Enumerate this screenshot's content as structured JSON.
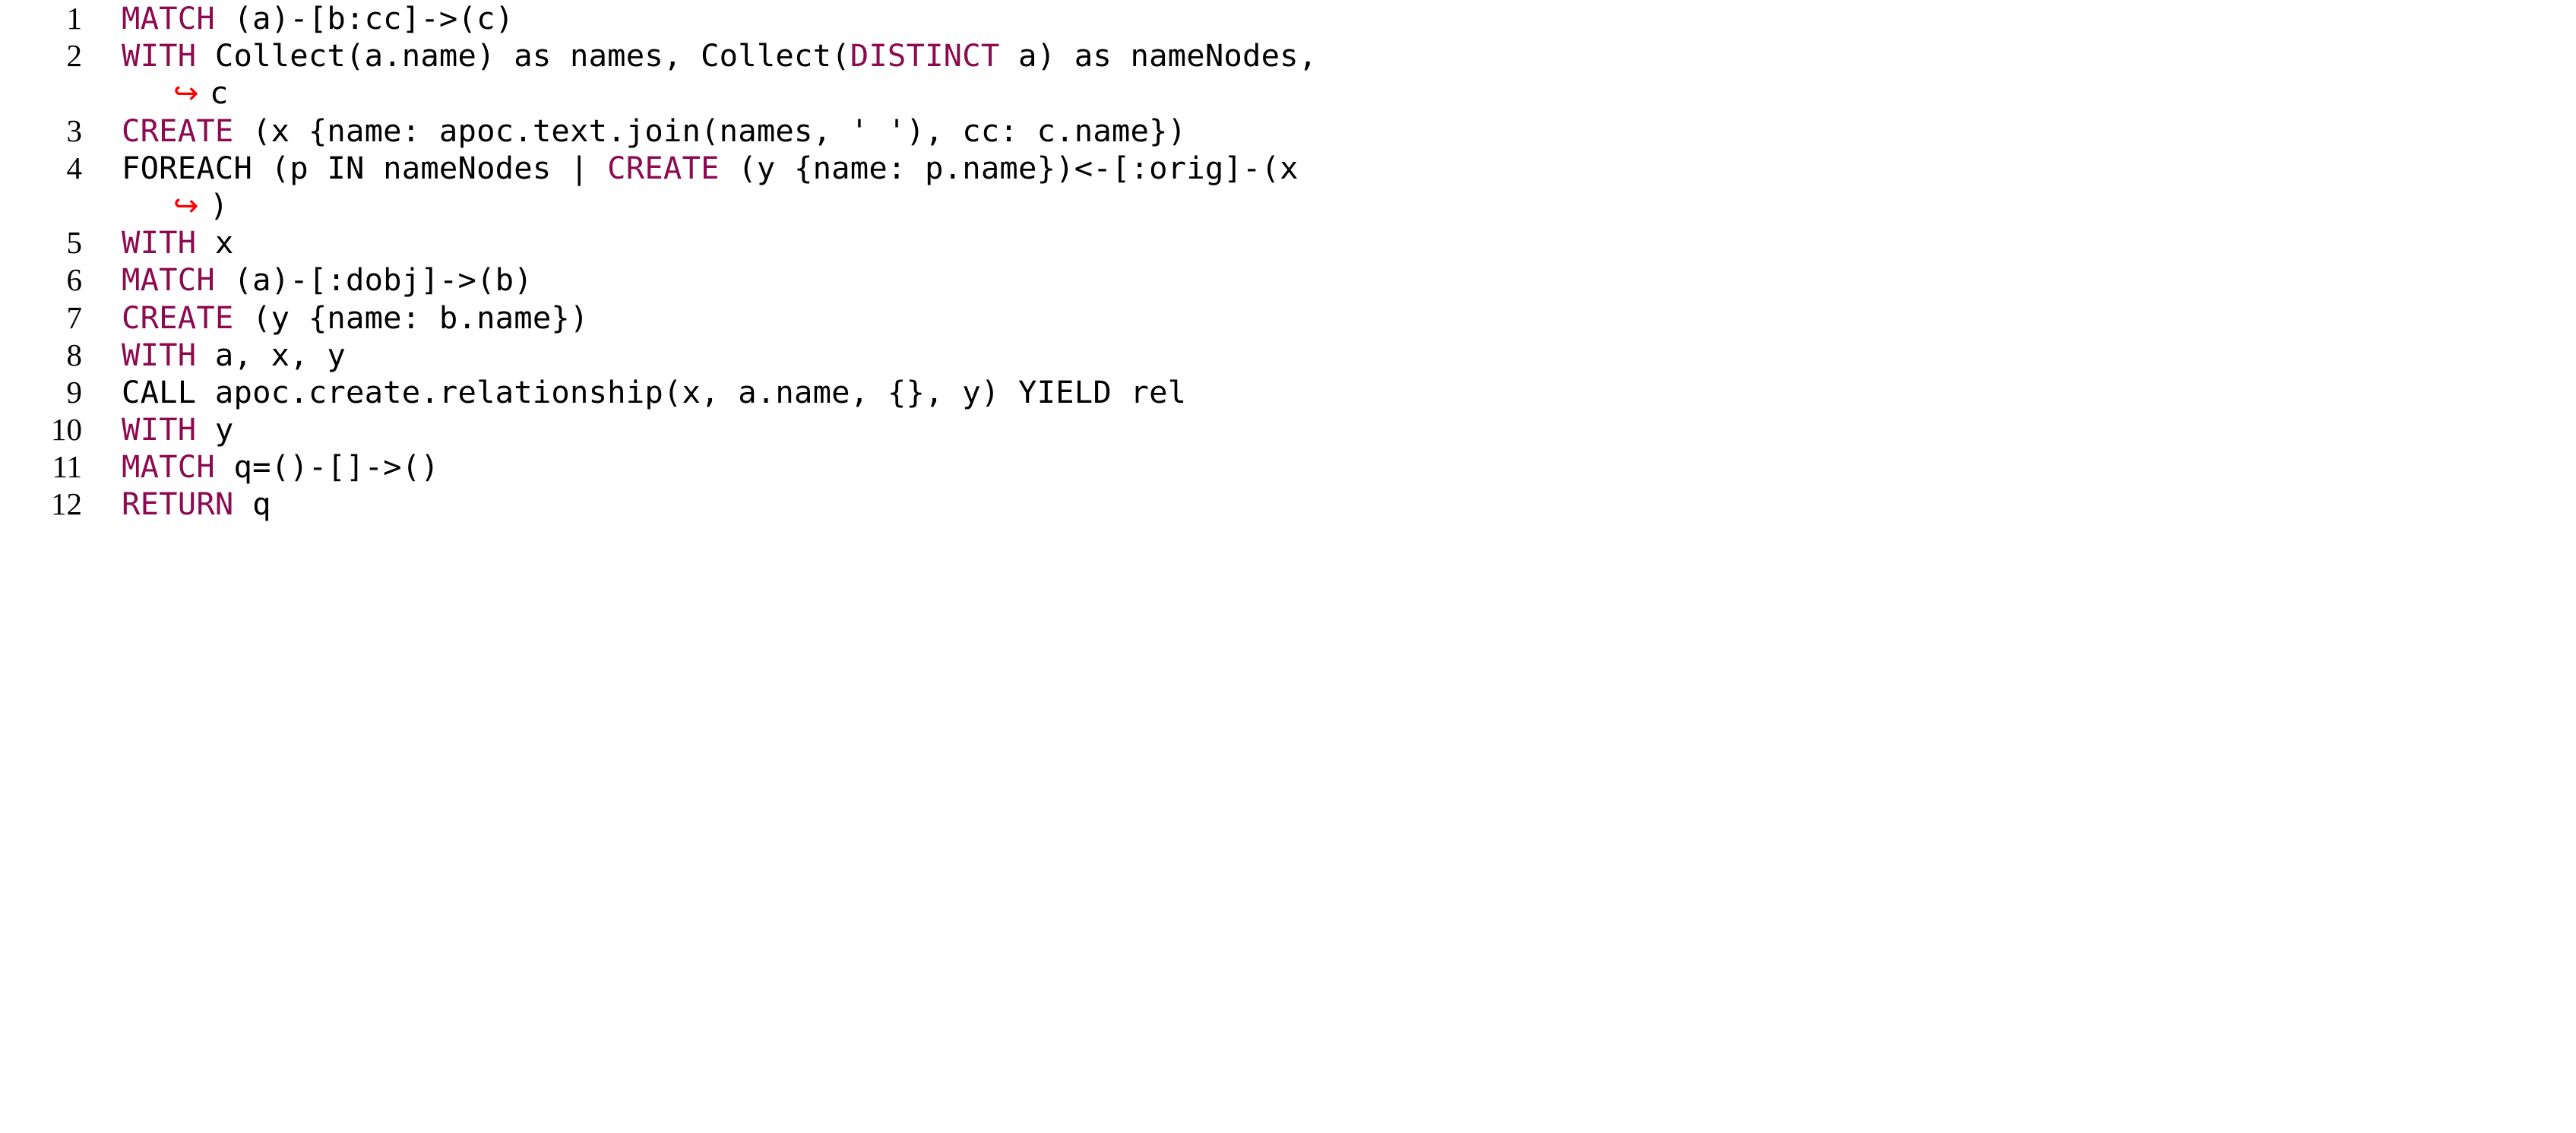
{
  "listing": {
    "language": "Cypher",
    "keyword_color": "#8B0A50",
    "text_color": "#000000",
    "continuation_color": "#FF0000",
    "background_color": "#FFFFFF",
    "continuation_glyph": "↪",
    "lines": [
      {
        "number": "1",
        "text": "MATCH (a)-[b:cc]->(c)",
        "segments": [
          {
            "t": "MATCH",
            "kw": true
          },
          {
            "t": " (a)-[b:cc]->(c)",
            "kw": false
          }
        ]
      },
      {
        "number": "2",
        "text": "WITH Collect(a.name) as names, Collect(DISTINCT a) as nameNodes,",
        "segments": [
          {
            "t": "WITH",
            "kw": true
          },
          {
            "t": " Collect(a.name) as names, Collect(",
            "kw": false
          },
          {
            "t": "DISTINCT",
            "kw": true
          },
          {
            "t": " a) as nameNodes,",
            "kw": false
          }
        ],
        "continuation": "c"
      },
      {
        "number": "3",
        "text": "CREATE (x {name: apoc.text.join(names, ' '), cc: c.name})",
        "segments": [
          {
            "t": "CREATE",
            "kw": true
          },
          {
            "t": " (x {name: apoc.text.join(names, ' '), cc: c.name})",
            "kw": false
          }
        ]
      },
      {
        "number": "4",
        "text": "FOREACH (p IN nameNodes | CREATE (y {name: p.name})<-[:orig]-(x)",
        "segments": [
          {
            "t": "FOREACH (p IN nameNodes | ",
            "kw": false
          },
          {
            "t": "CREATE",
            "kw": true
          },
          {
            "t": " (y {name: p.name})<-[:orig]-(x",
            "kw": false
          }
        ],
        "continuation": ")"
      },
      {
        "number": "5",
        "text": "WITH x",
        "segments": [
          {
            "t": "WITH",
            "kw": true
          },
          {
            "t": " x",
            "kw": false
          }
        ]
      },
      {
        "number": "6",
        "text": "MATCH (a)-[:dobj]->(b)",
        "segments": [
          {
            "t": "MATCH",
            "kw": true
          },
          {
            "t": " (a)-[:dobj]->(b)",
            "kw": false
          }
        ]
      },
      {
        "number": "7",
        "text": "CREATE (y {name: b.name})",
        "segments": [
          {
            "t": "CREATE",
            "kw": true
          },
          {
            "t": " (y {name: b.name})",
            "kw": false
          }
        ]
      },
      {
        "number": "8",
        "text": "WITH a, x, y",
        "segments": [
          {
            "t": "WITH",
            "kw": true
          },
          {
            "t": " a, x, y",
            "kw": false
          }
        ]
      },
      {
        "number": "9",
        "text": "CALL apoc.create.relationship(x, a.name, {}, y) YIELD rel",
        "segments": [
          {
            "t": "CALL apoc.create.relationship(x, a.name, {}, y) YIELD rel",
            "kw": false
          }
        ]
      },
      {
        "number": "10",
        "text": "WITH y",
        "segments": [
          {
            "t": "WITH",
            "kw": true
          },
          {
            "t": " y",
            "kw": false
          }
        ]
      },
      {
        "number": "11",
        "text": "MATCH q=()-[]->()",
        "segments": [
          {
            "t": "MATCH",
            "kw": true
          },
          {
            "t": " q=()-[]->()",
            "kw": false
          }
        ]
      },
      {
        "number": "12",
        "text": "RETURN q",
        "segments": [
          {
            "t": "RETURN",
            "kw": true
          },
          {
            "t": " q",
            "kw": false
          }
        ]
      }
    ]
  }
}
